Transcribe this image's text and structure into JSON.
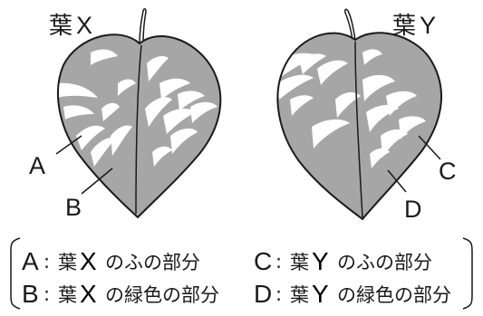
{
  "leaves": {
    "x": {
      "title_kanji": "葉",
      "title_letter": "X"
    },
    "y": {
      "title_kanji": "葉",
      "title_letter": "Y"
    }
  },
  "labels": {
    "a": "A",
    "b": "B",
    "c": "C",
    "d": "D"
  },
  "legend": {
    "a": {
      "key": "A",
      "colon": ":",
      "kanji": "葉",
      "letter": "X",
      "rest": "のふの部分"
    },
    "c": {
      "key": "C",
      "colon": ":",
      "kanji": "葉",
      "letter": "Y",
      "rest": "のふの部分"
    },
    "b": {
      "key": "B",
      "colon": ":",
      "kanji": "葉",
      "letter": "X",
      "rest": "の緑色の部分"
    },
    "d": {
      "key": "D",
      "colon": ":",
      "kanji": "葉",
      "letter": "Y",
      "rest": "の緑色の部分"
    }
  },
  "colors": {
    "green_part": "#a6a6a6",
    "variegated_part": "#ffffff",
    "outline": "#1a1a1a"
  }
}
